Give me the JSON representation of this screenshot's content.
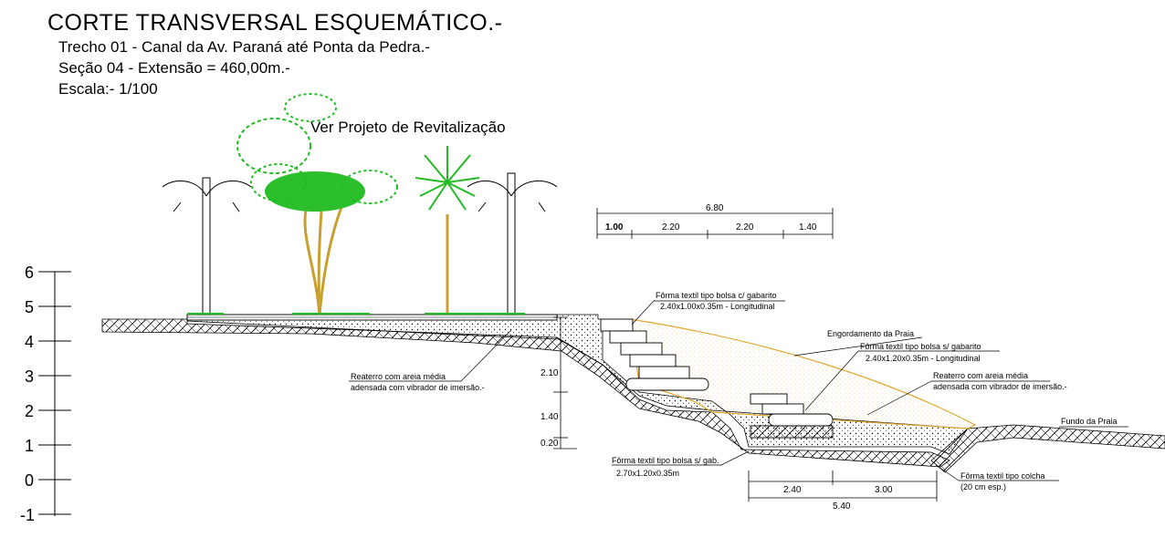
{
  "header": {
    "title": "CORTE TRANSVERSAL ESQUEMÁTICO.-",
    "line1": "Trecho 01 - Canal da Av. Paraná até Ponta da Pedra.-",
    "line2": "Seção 04 - Extensão = 460,00m.-",
    "line3": "Escala:- 1/100"
  },
  "revitalization_note": "Ver Projeto de Revitalização",
  "elevation_axis": [
    "6",
    "5",
    "4",
    "3",
    "2",
    "1",
    "0",
    "-1"
  ],
  "top_dimensions": {
    "total": "6.80",
    "segments": [
      "1.00",
      "2.20",
      "2.20",
      "1.40"
    ]
  },
  "left_dimensions": [
    "2.10",
    "1.40",
    "0.20"
  ],
  "bottom_dimensions": {
    "segments": [
      "2.40",
      "3.00"
    ],
    "total": "5.40"
  },
  "labels": {
    "bolsa_gabarito_1": "Fôrma textil tipo bolsa c/ gabarito",
    "bolsa_gabarito_2": "2.40x1.00x0.35m - Longitudinal",
    "engordamento": "Engordamento da Praia",
    "bolsa_sgab_1": "Fôrma textil tipo bolsa s/ gabarito",
    "bolsa_sgab_2": "2.40x1.20x0.35m - Longitudinal",
    "reaterro_left_1": "Reaterro com areia média",
    "reaterro_left_2": "adensada com vibrador de imersão.-",
    "reaterro_right_1": "Reaterro com areia média",
    "reaterro_right_2": "adensada com vibrador de imersão.-",
    "fundo_praia": "Fundo da Praia",
    "bolsa_gab_low_1": "Fôrma textil tipo bolsa s/ gab.",
    "bolsa_gab_low_2": "2.70x1.20x0.35m",
    "colcha_1": "Fôrma textil tipo colcha",
    "colcha_2": "(20 cm esp.)"
  },
  "colors": {
    "foliage": "#22bb22",
    "trunk": "#c8a030",
    "sand": "#f0c060"
  }
}
